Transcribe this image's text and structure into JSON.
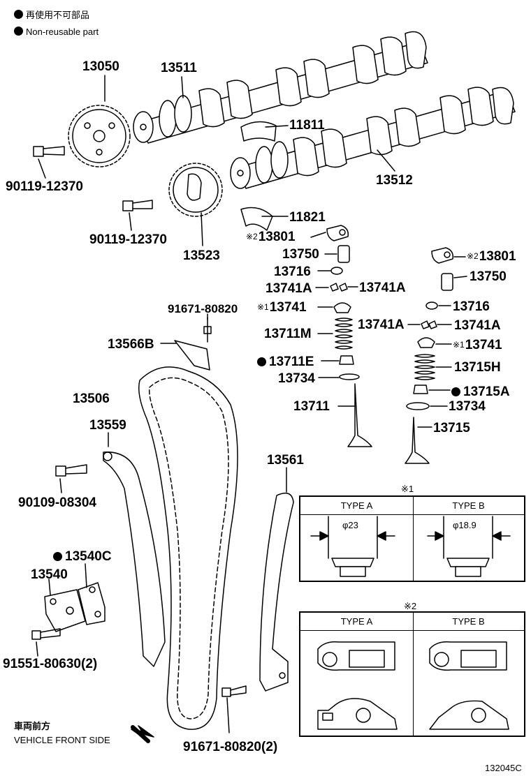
{
  "legend": {
    "non_reusable_jp": "再使用不可部品",
    "non_reusable_en": "Non-reusable part"
  },
  "parts": {
    "p13050": "13050",
    "p13511": "13511",
    "p11811": "11811",
    "p90119_a": "90119-12370",
    "p13512": "13512",
    "p90119_b": "90119-12370",
    "p13523": "13523",
    "p11821": "11821",
    "p13801_l": "13801",
    "p13750_l": "13750",
    "p13716_l": "13716",
    "p13741A_l1": "13741A",
    "p13741A_l2": "13741A",
    "p13741_l": "13741",
    "p91671": "91671-80820",
    "p13711M": "13711M",
    "p13566B": "13566B",
    "p13711E": "13711E",
    "p13734_l": "13734",
    "p13506": "13506",
    "p13711": "13711",
    "p13559": "13559",
    "p13801_r": "13801",
    "p13750_r": "13750",
    "p13716_r": "13716",
    "p13741A_r1": "13741A",
    "p13741A_r2": "13741A",
    "p13741_r": "13741",
    "p13715H": "13715H",
    "p13715A": "13715A",
    "p13734_r": "13734",
    "p13715": "13715",
    "p90109": "90109-08304",
    "p13561": "13561",
    "p13540C": "13540C",
    "p13540": "13540",
    "p91551": "91551-80630(2)",
    "p91671_2": "91671-80820(2)"
  },
  "marks": {
    "m1": "※1",
    "m2": "※2"
  },
  "table1": {
    "title": "※1",
    "type_a": "TYPE A",
    "type_b": "TYPE B",
    "dim_a": "φ23",
    "dim_b": "φ18.9"
  },
  "table2": {
    "title": "※2",
    "type_a": "TYPE A",
    "type_b": "TYPE B"
  },
  "footer": {
    "front_jp": "車両前方",
    "front_en": "VEHICLE FRONT SIDE",
    "diagram_code": "132045C"
  }
}
